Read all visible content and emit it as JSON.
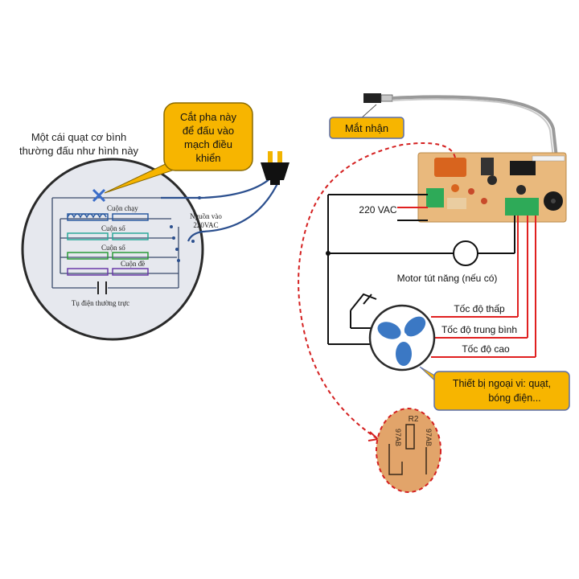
{
  "left_panel": {
    "caption_line1": "Một cái quạt cơ bình",
    "caption_line2": "thường đấu như hình này",
    "callout_line1": "Cắt pha này",
    "callout_line2": "để đấu vào",
    "callout_line3": "mạch điều",
    "callout_line4": "khiển",
    "coil_run": "Cuộn chạy",
    "coil_num1": "Cuộn số",
    "coil_num2": "Cuộn số",
    "coil_start": "Cuộn đề",
    "capacitor": "Tụ điện thường trực",
    "input_line1": "Nguồn vào",
    "input_line2": "220VAC"
  },
  "right_panel": {
    "receiver_label": "Mắt nhận",
    "supply_label": "220 VAC",
    "motor_label": "Motor tút năng (nếu có)",
    "speed_low": "Tốc độ thấp",
    "speed_mid": "Tốc độ trung bình",
    "speed_high": "Tốc độ cao",
    "device_line1": "Thiết bị ngoại vi: quạt,",
    "device_line2": "bóng điện...",
    "zoom_r2": "R2",
    "zoom_part1": "97AB",
    "zoom_part2": "97AB"
  },
  "colors": {
    "callout_fill": "#f7b500",
    "callout_border": "#8a6a00",
    "device_callout_fill": "#f7b500",
    "device_callout_border": "#5b6ea8",
    "wire_blue": "#2b4f8e",
    "wire_red": "#e02020",
    "dashed_red": "#d42020",
    "board": "#e9b97d",
    "fan_blade": "#3b78c4"
  }
}
